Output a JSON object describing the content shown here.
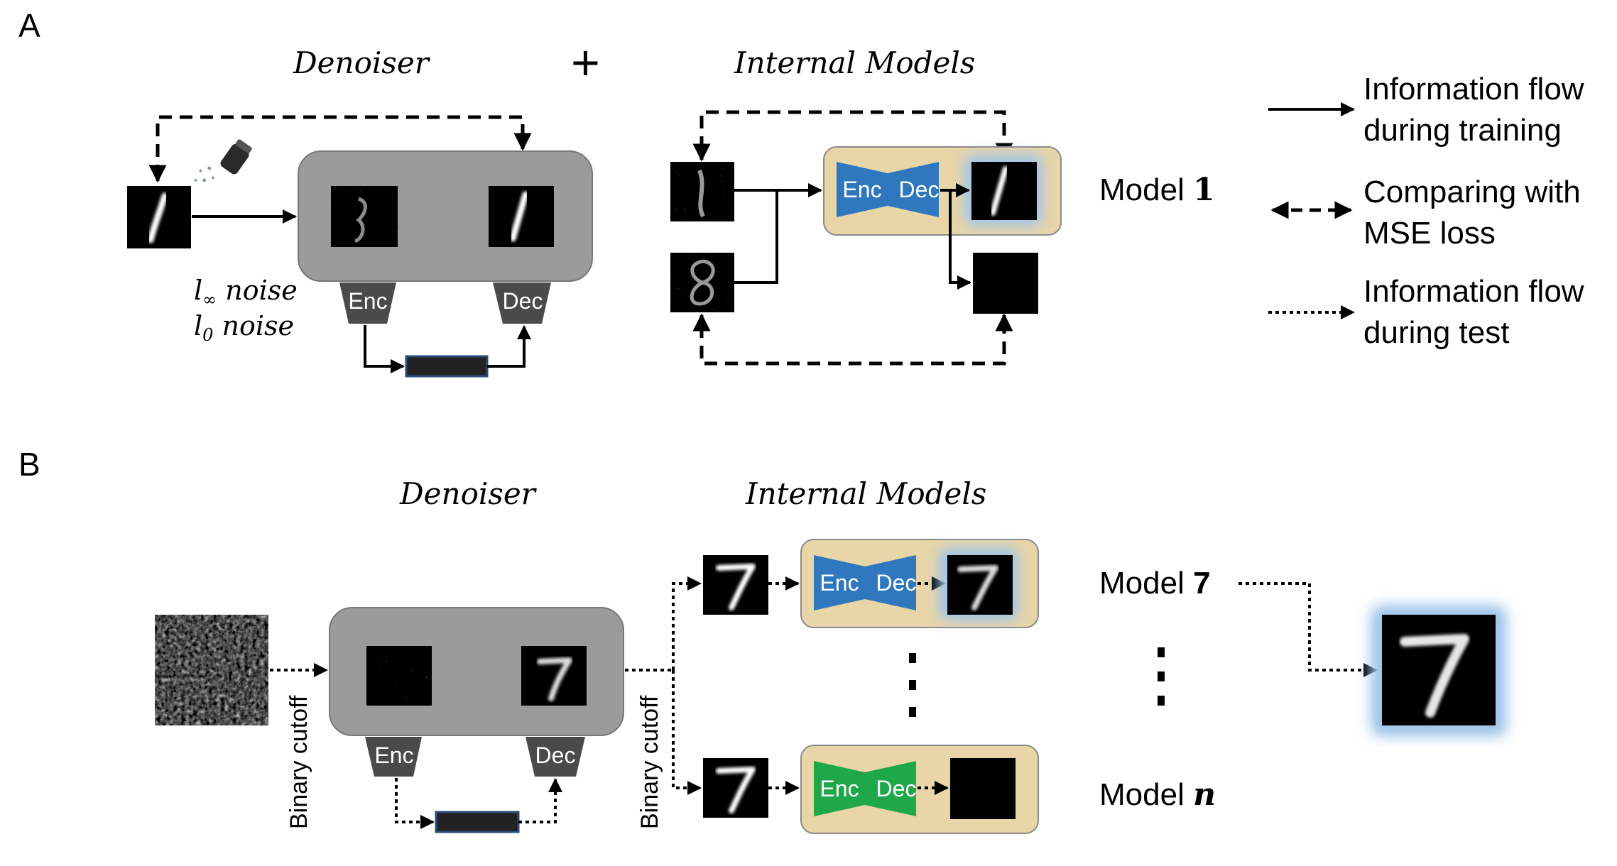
{
  "panel_a": {
    "letter": "A",
    "denoiser_title": "Denoiser",
    "plus_sign": "+",
    "internal_models_title": "Internal Models",
    "noise_label_1_base": "l",
    "noise_label_1_sub": "∞",
    "noise_label_1_rest": " noise",
    "noise_label_2_base": "l",
    "noise_label_2_sub": "0",
    "noise_label_2_rest": " noise",
    "enc_label": "Enc",
    "dec_label": "Dec",
    "model_enc_label": "Enc",
    "model_dec_label": "Dec",
    "model_label_prefix": "Model ",
    "model_label_number": "1"
  },
  "legend": {
    "item1_line1": "Information flow",
    "item1_line2": "during training",
    "item2_line1": "Comparing with",
    "item2_line2": "MSE loss",
    "item3_line1": "Information flow",
    "item3_line2": "during test"
  },
  "panel_b": {
    "letter": "B",
    "denoiser_title": "Denoiser",
    "internal_models_title": "Internal Models",
    "binary_cutoff_label": "Binary cutoff",
    "binary_cutoff_label_2": "Binary cutoff",
    "enc_label": "Enc",
    "dec_label": "Dec",
    "model7_enc_label": "Enc",
    "model7_dec_label": "Dec",
    "modeln_enc_label": "Enc",
    "modeln_dec_label": "Dec",
    "model7_prefix": "Model ",
    "model7_number": "7",
    "modeln_prefix": "Model ",
    "modeln_number": "n"
  },
  "colors": {
    "denoiser_box": "#9b9b9b",
    "internal_model_box": "#e8d5a8",
    "encdec_blue": "#2f78bd",
    "encdec_green": "#1ea84a",
    "encdec_dark": "#4a4a4a",
    "latent_border": "#2c4a7a",
    "glow": "#9fc4ea"
  }
}
